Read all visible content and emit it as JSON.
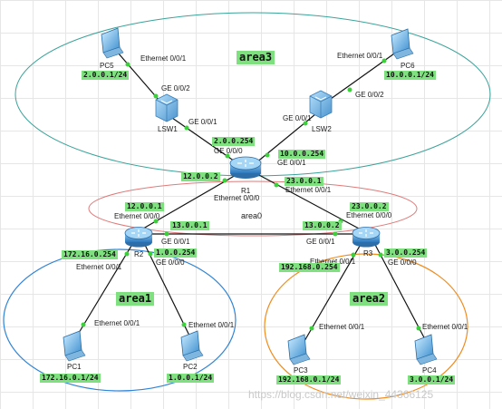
{
  "areas": {
    "area3": "area3",
    "area0": "area0",
    "area1": "area1",
    "area2": "area2"
  },
  "devices": {
    "r1": "R1",
    "r2": "R2",
    "r3": "R3",
    "lsw1": "LSW1",
    "lsw2": "LSW2",
    "pc1": "PC1",
    "pc2": "PC2",
    "pc3": "PC3",
    "pc4": "PC4",
    "pc5": "PC5",
    "pc6": "PC6"
  },
  "ports": {
    "pc5_eth": "Ethernet 0/0/1",
    "lsw1_ge2": "GE 0/0/2",
    "lsw1_ge1": "GE 0/0/1",
    "pc6_eth": "Ethernet 0/0/1",
    "lsw2_ge2": "GE 0/0/2",
    "lsw2_ge1": "GE 0/0/1",
    "r1_ge0": "GE 0/0/0",
    "r1_ge1": "GE 0/0/1",
    "r1_eth0": "Ethernet 0/0/0",
    "r1_eth1": "Ethernet 0/0/1",
    "r2_eth0": "Ethernet 0/0/0",
    "r2_ge1": "GE 0/0/1",
    "r2_eth1": "Ethernet 0/0/1",
    "r2_ge0": "GE 0/0/0",
    "r3_eth0": "Ethernet 0/0/0",
    "r3_ge1": "GE 0/0/1",
    "r3_eth1": "Ethernet 0/0/1",
    "r3_ge0": "GE 0/0/0",
    "pc1_eth": "Ethernet 0/0/1",
    "pc2_eth": "Ethernet 0/0/1",
    "pc3_eth": "Ethernet 0/0/1",
    "pc4_eth": "Ethernet 0/0/1"
  },
  "ips": {
    "pc5": "2.0.0.1/24",
    "pc6": "10.0.0.1/24",
    "r1_ge0": "2.0.0.254",
    "r1_ge1": "10.0.0.254",
    "r1_r2": "12.0.0.2",
    "r1_r3": "23.0.0.1",
    "r2_r1": "12.0.0.1",
    "r2_r3": "13.0.0.1",
    "r3_r1": "23.0.0.2",
    "r3_r2": "13.0.0.2",
    "r2_pc1": "172.16.0.254",
    "r2_pc2": "1.0.0.254",
    "r3_pc3": "192.168.0.254",
    "r3_pc4": "3.0.0.254",
    "pc1": "172.16.0.1/24",
    "pc2": "1.0.0.1/24",
    "pc3": "192.168.0.1/24",
    "pc4": "3.0.0.1/24"
  },
  "watermark": "https://blog.csdn.net/weixin_44366125",
  "colors": {
    "area3": "#3aa39a",
    "area0": "#e07a7a",
    "area1": "#2f84d6",
    "area2": "#f08c1e",
    "label_bg": "#7ee07e",
    "router": "#3d8fd1",
    "switch": "#5aa0d8"
  }
}
